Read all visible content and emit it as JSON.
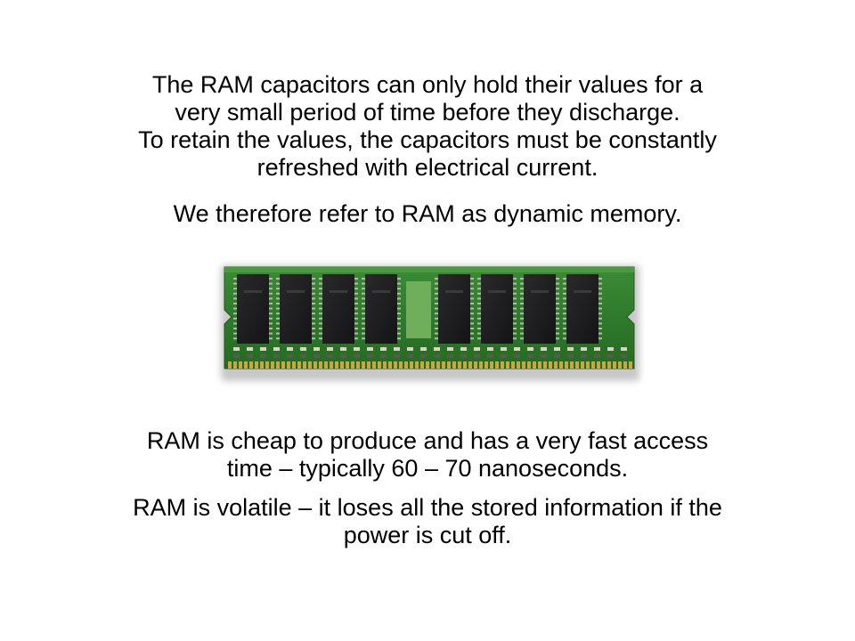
{
  "slide": {
    "para1_line1": "The RAM capacitors can only hold their values for a",
    "para1_line2": "very small period of time before they discharge.",
    "para1_line3": "To retain the values, the capacitors must be constantly",
    "para1_line4": "refreshed with electrical current.",
    "para2_prefix": "We therefore refer to RAM as ",
    "para2_emph": "dynamic memory.",
    "para3_line1": "RAM is cheap to produce and has a very fast access",
    "para3_line2": "time – typically 60 – 70 nanoseconds.",
    "para4_line1": "RAM is volatile – it loses all the stored information if the",
    "para4_line2": "power is cut off."
  },
  "image": {
    "icon": "ram-module-icon",
    "colors": {
      "pcb": "#2f7a2c",
      "pcb_dark": "#1f5a1c",
      "chip": "#1d1d1f",
      "contacts": "#c9a642"
    }
  }
}
